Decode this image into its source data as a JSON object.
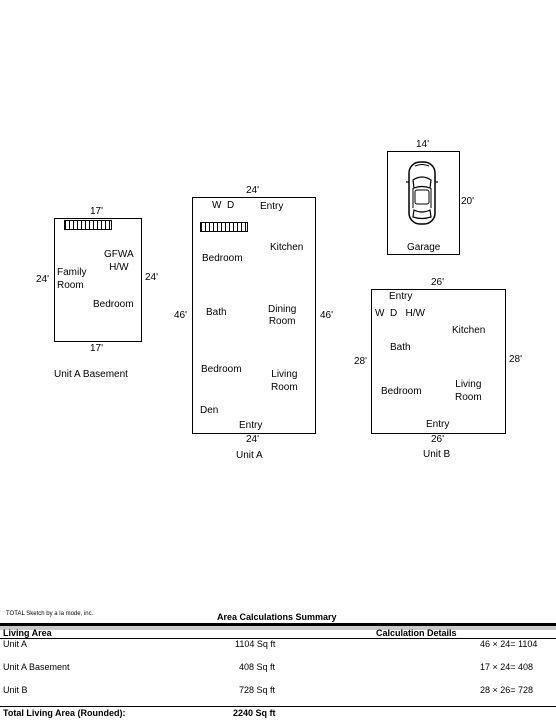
{
  "basement": {
    "dim_top": "17'",
    "dim_left": "24'",
    "dim_right": "24'",
    "dim_bottom": "17'",
    "room_family": "Family\nRoom",
    "room_gfwa": "GFWA\nH/W",
    "room_bedroom": "Bedroom",
    "caption": "Unit A Basement"
  },
  "unit_a": {
    "dim_top": "24'",
    "dim_left": "46'",
    "dim_right": "46'",
    "dim_bottom": "24'",
    "wd": "W  D",
    "entry_top": "Entry",
    "kitchen": "Kitchen",
    "bedroom1": "Bedroom",
    "bath": "Bath",
    "dining": "Dining\nRoom",
    "bedroom2": "Bedroom",
    "living": "Living\nRoom",
    "den": "Den",
    "entry_bottom": "Entry",
    "caption": "Unit A"
  },
  "garage": {
    "dim_top": "14'",
    "dim_right": "20'",
    "label": "Garage"
  },
  "unit_b": {
    "dim_top": "26'",
    "dim_left": "28'",
    "dim_right": "28'",
    "dim_bottom": "26'",
    "entry_top": "Entry",
    "wd": "W  D   H/W",
    "kitchen": "Kitchen",
    "bath": "Bath",
    "bedroom": "Bedroom",
    "living": "Living\nRoom",
    "entry_bottom": "Entry",
    "caption": "Unit B"
  },
  "summary": {
    "credit": "TOTAL Sketch by a la mode, inc.",
    "title": "Area Calculations Summary",
    "col_living": "Living Area",
    "col_calc": "Calculation Details",
    "rows": [
      {
        "name": "Unit A",
        "area": "1104 Sq ft",
        "calc": "46 × 24= 1104"
      },
      {
        "name": "Unit A Basement",
        "area": "408 Sq ft",
        "calc": "17 × 24= 408"
      },
      {
        "name": "Unit B",
        "area": "728 Sq ft",
        "calc": "28 × 26= 728"
      }
    ],
    "total_label": "Total Living Area (Rounded):",
    "total_value": "2240 Sq ft"
  }
}
